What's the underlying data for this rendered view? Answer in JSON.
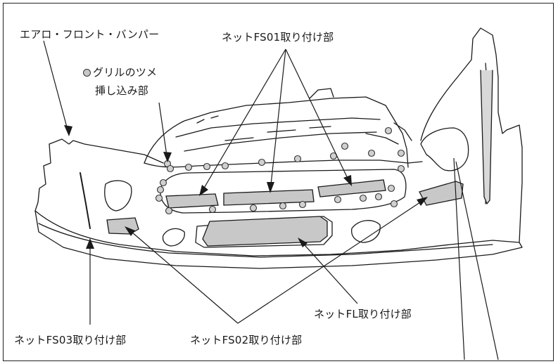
{
  "labels": {
    "aero_bumper": "エアロ・フロント・バンパー",
    "net_fs01": "ネットFS01取り付け部",
    "grille_claw_line1": "グリルのツメ",
    "grille_claw_line2": "挿し込み部",
    "net_fl": "ネットFL取り付け部",
    "net_fs03": "ネットFS03取り付け部",
    "net_fs02": "ネットFS02取り付け部"
  },
  "colors": {
    "line": "#1a1a1a",
    "net_area_fill": "#c8c8c8",
    "clip_dot_fill": "#d0d0d0",
    "background": "#ffffff"
  }
}
